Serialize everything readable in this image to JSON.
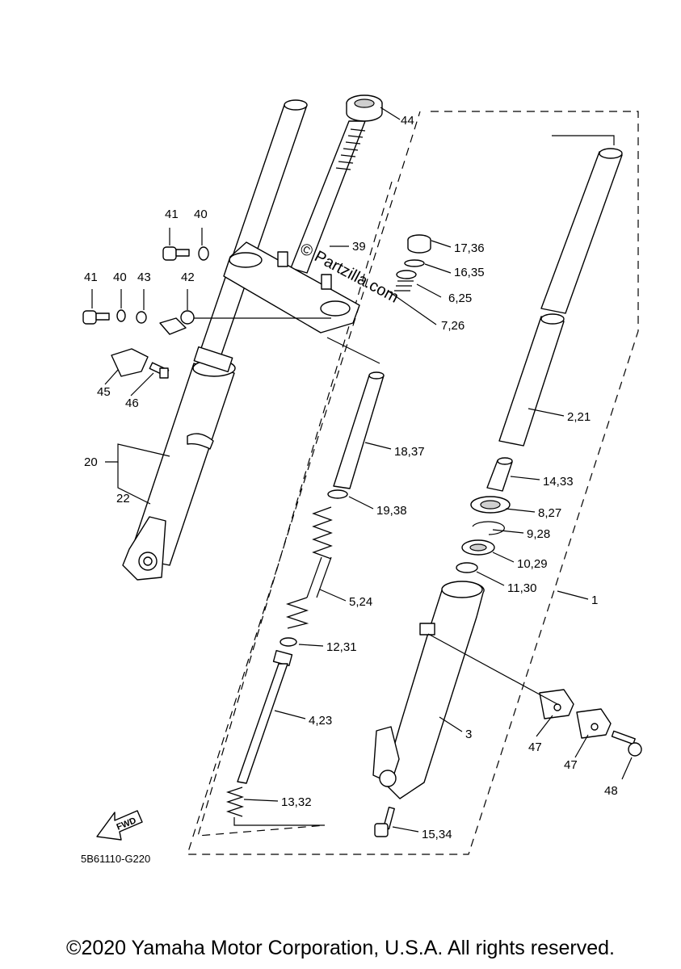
{
  "diagram": {
    "watermark": "© Partzilla.com",
    "figure_code": "5B61110-G220",
    "fwd_label": "FWD",
    "callouts": [
      "44",
      "41",
      "40",
      "39",
      "17,36",
      "16,35",
      "6,25",
      "7,26",
      "41",
      "40",
      "43",
      "42",
      "45",
      "46",
      "20",
      "22",
      "18,37",
      "19,38",
      "5,24",
      "12,31",
      "4,23",
      "13,32",
      "2,21",
      "14,33",
      "8,27",
      "9,28",
      "10,29",
      "11,30",
      "1",
      "3",
      "47",
      "47",
      "48",
      "15,34"
    ]
  },
  "footer": {
    "copyright": "©2020 Yamaha Motor Corporation, U.S.A. All rights reserved."
  }
}
